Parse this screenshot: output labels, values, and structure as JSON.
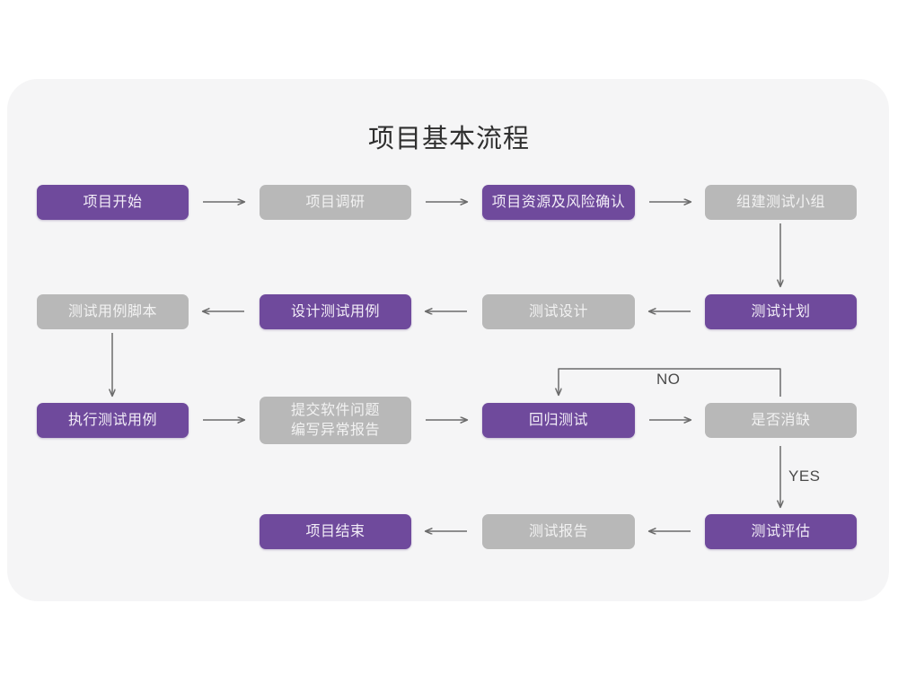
{
  "diagram": {
    "title": "项目基本流程",
    "colors": {
      "accent_purple": "#6f4a9c",
      "muted_gray": "#b8b8b8",
      "card_background": "#f5f5f6",
      "page_background": "#ffffff",
      "connector": "#6b6b6b",
      "node_text": "#f2f2f2"
    },
    "nodes": [
      {
        "id": "n1",
        "label": "项目开始",
        "style": "purple",
        "row": 1,
        "col": 1
      },
      {
        "id": "n2",
        "label": "项目调研",
        "style": "gray",
        "row": 1,
        "col": 2
      },
      {
        "id": "n3",
        "label": "项目资源及风险确认",
        "style": "purple",
        "row": 1,
        "col": 3
      },
      {
        "id": "n4",
        "label": "组建测试小组",
        "style": "gray",
        "row": 1,
        "col": 4
      },
      {
        "id": "n5",
        "label": "测试用例脚本",
        "style": "gray",
        "row": 2,
        "col": 1
      },
      {
        "id": "n6",
        "label": "设计测试用例",
        "style": "purple",
        "row": 2,
        "col": 2
      },
      {
        "id": "n7",
        "label": "测试设计",
        "style": "gray",
        "row": 2,
        "col": 3
      },
      {
        "id": "n8",
        "label": "测试计划",
        "style": "purple",
        "row": 2,
        "col": 4
      },
      {
        "id": "n9",
        "label": "执行测试用例",
        "style": "purple",
        "row": 3,
        "col": 1
      },
      {
        "id": "n10",
        "label_line1": "提交软件问题",
        "label_line2": "编写异常报告",
        "style": "gray",
        "row": 3,
        "col": 2
      },
      {
        "id": "n11",
        "label": "回归测试",
        "style": "purple",
        "row": 3,
        "col": 3
      },
      {
        "id": "n12",
        "label": "是否消缺",
        "style": "gray",
        "row": 3,
        "col": 4
      },
      {
        "id": "n13",
        "label": "项目结束",
        "style": "purple",
        "row": 4,
        "col": 2
      },
      {
        "id": "n14",
        "label": "测试报告",
        "style": "gray",
        "row": 4,
        "col": 3
      },
      {
        "id": "n15",
        "label": "测试评估",
        "style": "purple",
        "row": 4,
        "col": 4
      }
    ],
    "branch_labels": {
      "no": "NO",
      "yes": "YES"
    }
  }
}
